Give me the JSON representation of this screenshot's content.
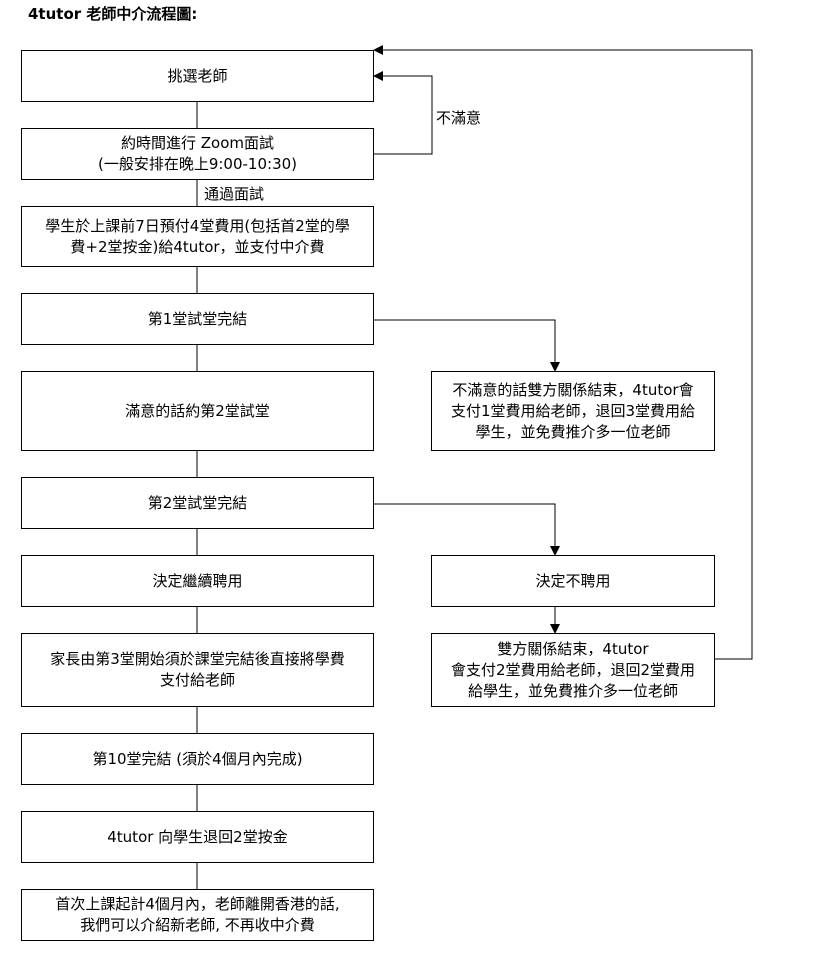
{
  "title": "4tutor 老師中介流程圖:",
  "nodes": {
    "pick": "挑選老師",
    "zoom": "約時間進行 Zoom面試\n(一般安排在晚上9:00-10:30)",
    "prepay": "學生於上課前7日預付4堂費用(包括首2堂的學\n費+2堂按金)給4tutor，並支付中介費",
    "trial1": "第1堂試堂完結",
    "satisfied": "滿意的話約第2堂試堂",
    "trial2": "第2堂試堂完結",
    "continue": "決定繼續聘用",
    "parent_pay": "家長由第3堂開始須於課堂完結後直接將學費\n支付給老師",
    "lesson10": "第10堂完結 (須於4個月內完成)",
    "refund": "4tutor 向學生退回2堂按金",
    "leave": "首次上課起計4個月內，老師離開香港的話,\n我們可以介紹新老師, 不再收中介費",
    "unsat1": "不滿意的話雙方關係結束，4tutor會\n支付1堂費用給老師，退回3堂費用給\n學生，並免費推介多一位老師",
    "nohire": "決定不聘用",
    "end2": "雙方關係結束，4tutor\n會支付2堂費用給老師，退回2堂費用\n給學生，並免費推介多一位老師"
  },
  "labels": {
    "unsatisfied": "不滿意",
    "passed": "通過面試"
  }
}
